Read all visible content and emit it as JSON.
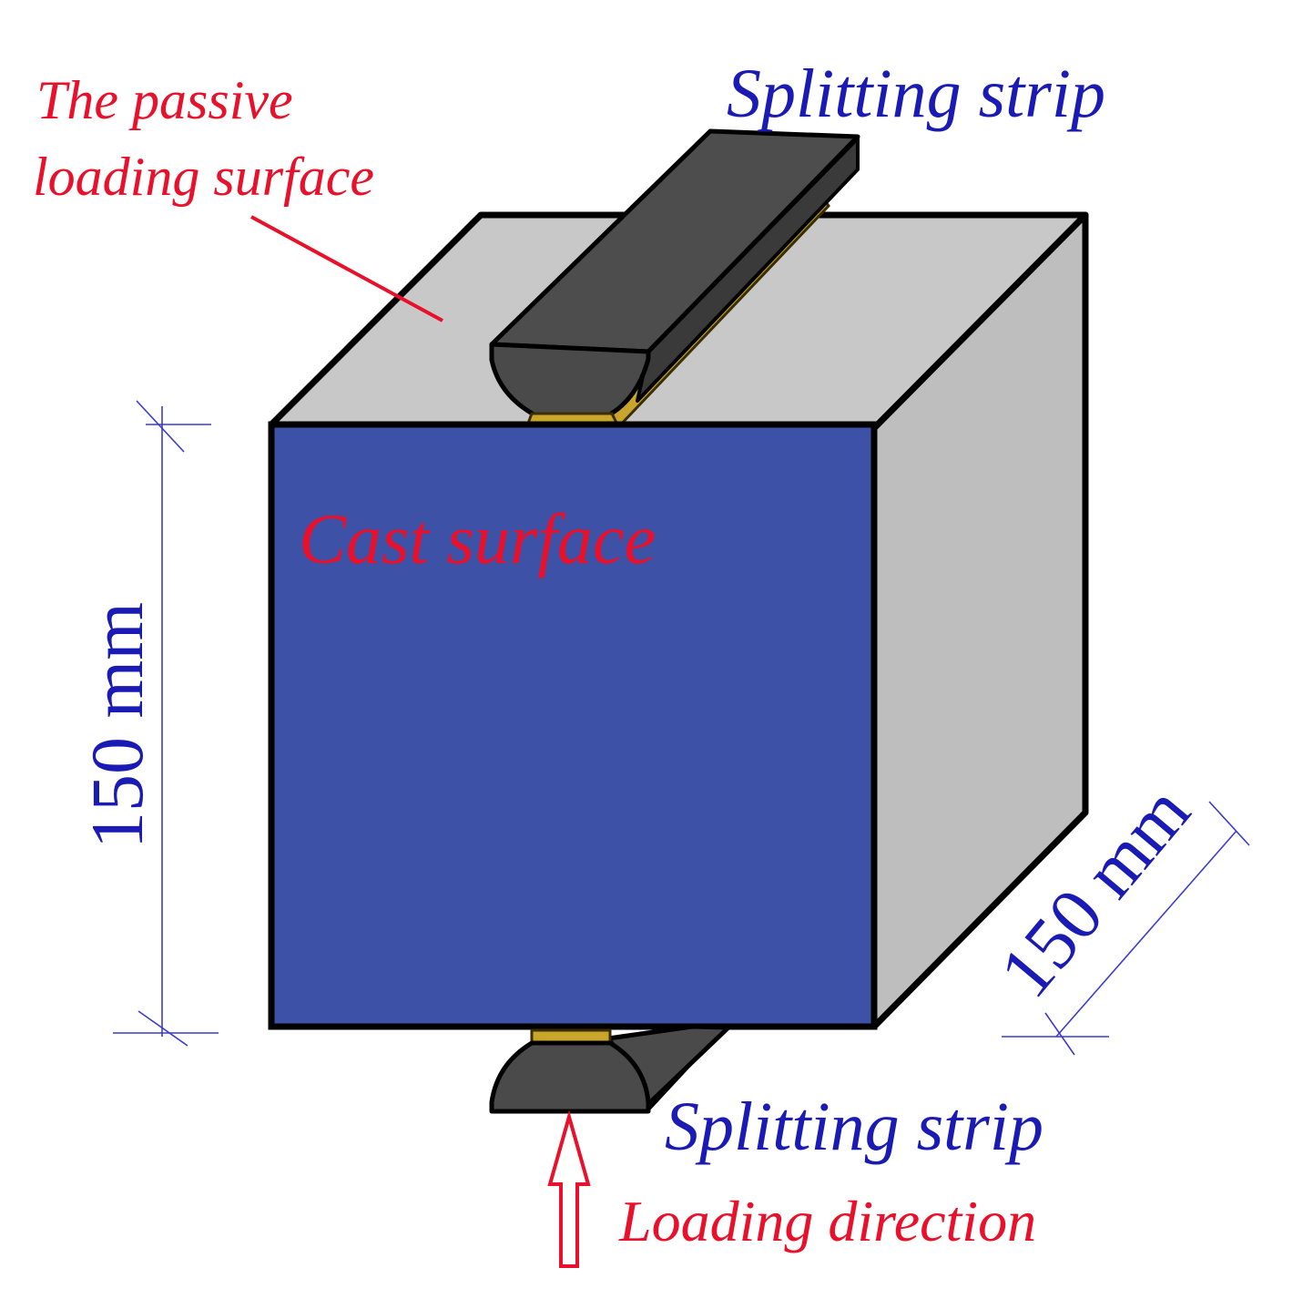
{
  "labels": {
    "passive_line1": "The passive",
    "passive_line2": "loading surface",
    "splitting_strip_top": "Splitting strip",
    "cast_surface": "Cast surface",
    "splitting_strip_bottom": "Splitting strip",
    "loading_direction": "Loading direction",
    "dim_height": "150 mm",
    "dim_depth": "150 mm"
  },
  "colors": {
    "front_face": "#3d52a7",
    "top_face": "#c8c8c8",
    "side_face": "#bebebe",
    "strip": "#4a4a4a",
    "strip_gold": "#c9a52b",
    "red_text": "#e8102a",
    "blue_text": "#1a1ab4",
    "dim_line": "#3a3ad0"
  }
}
